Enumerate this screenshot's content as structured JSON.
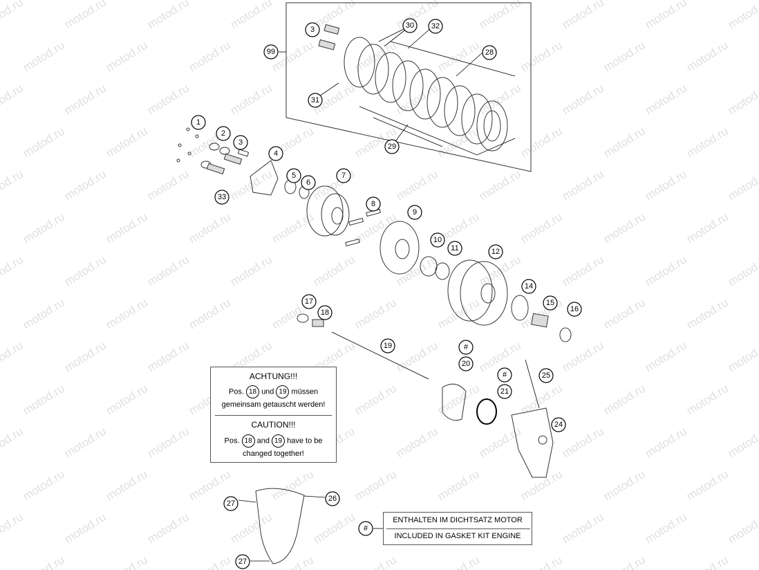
{
  "watermark": "motod.ru",
  "callouts": {
    "c1": "1",
    "c2": "2",
    "c3a": "3",
    "c3b": "3",
    "c4": "4",
    "c5": "5",
    "c6": "6",
    "c7": "7",
    "c8": "8",
    "c9": "9",
    "c10": "10",
    "c11": "11",
    "c12": "12",
    "c14": "14",
    "c15": "15",
    "c16": "16",
    "c17": "17",
    "c18": "18",
    "c19": "19",
    "c20h": "#",
    "c20": "20",
    "c21h": "#",
    "c21": "21",
    "c24": "24",
    "c25": "25",
    "c26": "26",
    "c27a": "27",
    "c27b": "27",
    "c28": "28",
    "c29": "29",
    "c30": "30",
    "c31": "31",
    "c32": "32",
    "c33": "33",
    "c99": "99",
    "cgk": "#"
  },
  "warning": {
    "de_title": "ACHTUNG!!!",
    "de_pos": "Pos.",
    "de_ref1": "18",
    "de_und": "und",
    "de_ref2": "19",
    "de_tail": "müssen",
    "de_line2": "gemeinsam getauscht werden!",
    "en_title": "CAUTION!!!",
    "en_pos": "Pos.",
    "en_ref1": "18",
    "en_and": "and",
    "en_ref2": "19",
    "en_tail": "have to be",
    "en_line2": "changed together!"
  },
  "gasket_note": {
    "de": "ENTHALTEN IM DICHTSATZ MOTOR",
    "en": "INCLUDED IN GASKET KIT ENGINE"
  }
}
